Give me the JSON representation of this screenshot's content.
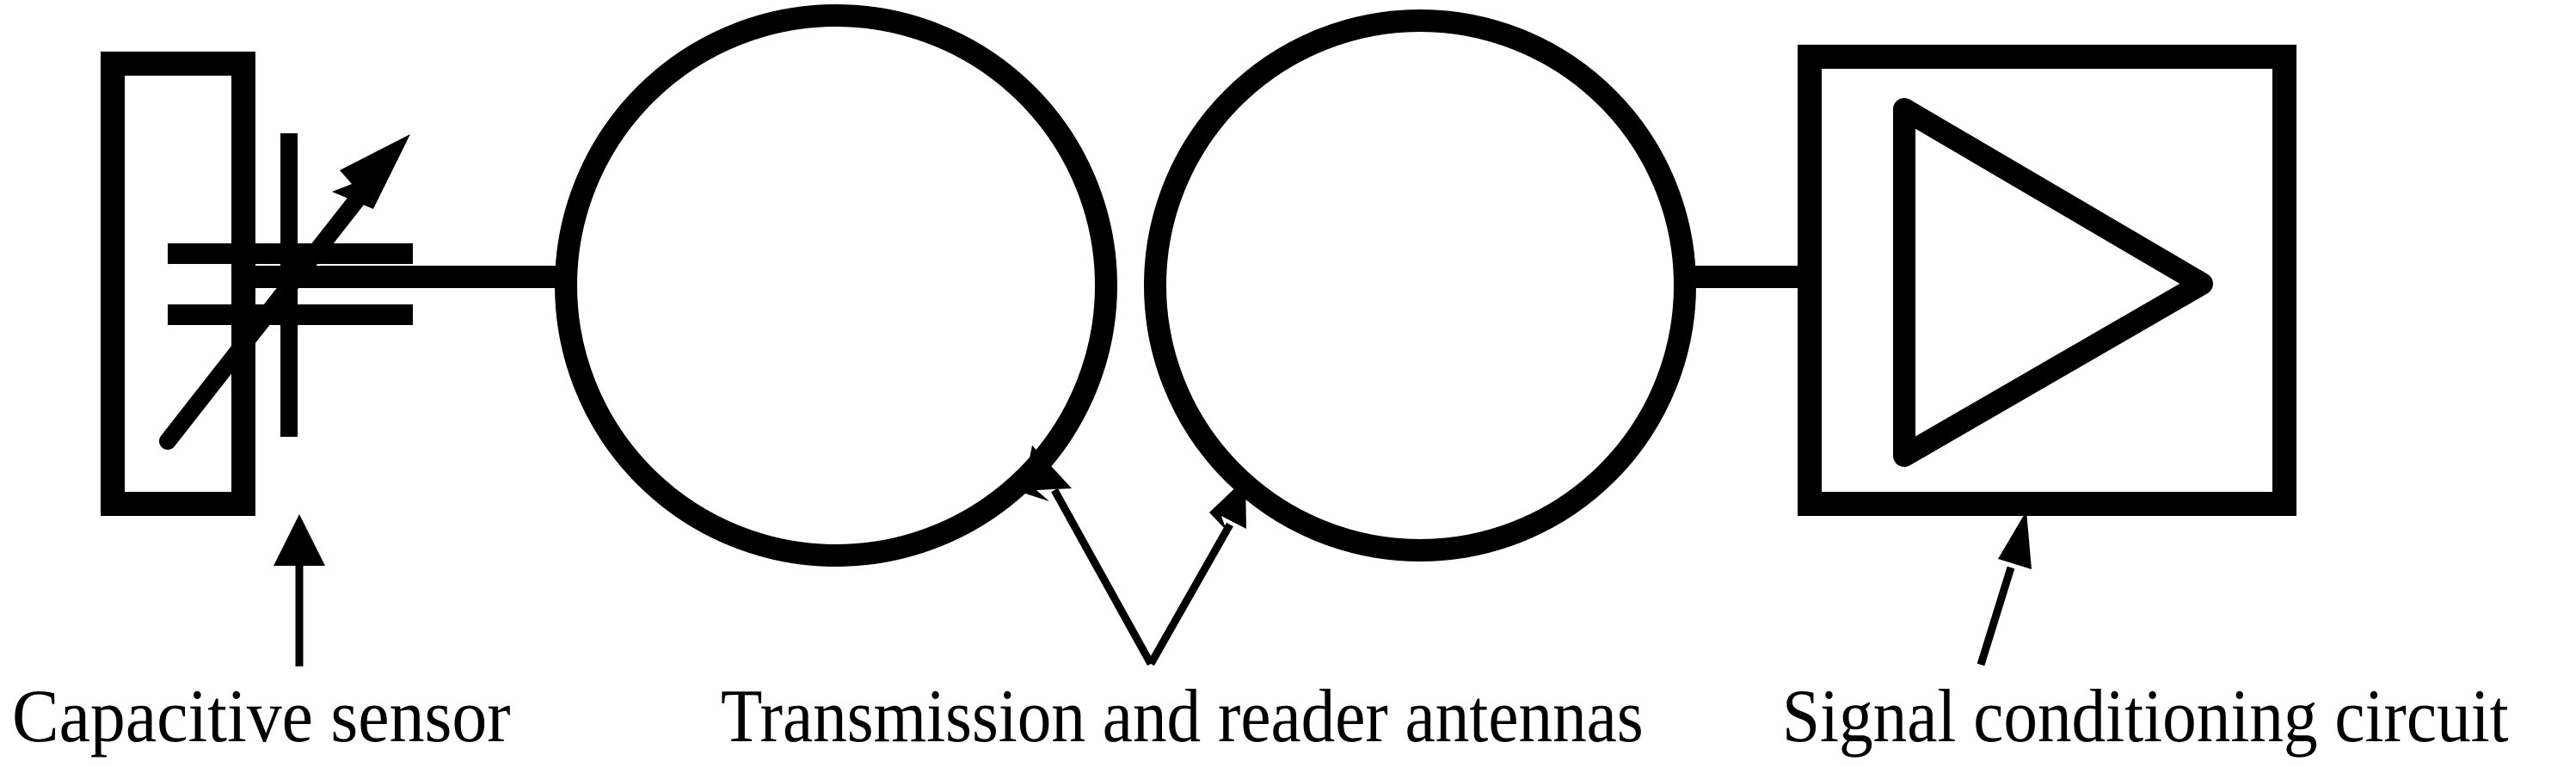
{
  "figure": {
    "kind": "block-diagram",
    "background_color": "#ffffff",
    "ink_color": "#000000"
  },
  "blocks": [
    {
      "id": "capacitive-sensor",
      "shape": "rectangle",
      "symbol": "variable-capacitor",
      "label": "Capacitive sensor"
    },
    {
      "id": "transmission-antenna",
      "shape": "circle",
      "symbol": "loop-antenna",
      "label": ""
    },
    {
      "id": "reader-antenna",
      "shape": "circle",
      "symbol": "loop-antenna",
      "label": ""
    },
    {
      "id": "signal-conditioning-circuit",
      "shape": "rectangle",
      "symbol": "amplifier-triangle",
      "label": "Signal conditioning circuit"
    }
  ],
  "labels": {
    "capacitive_sensor": "Capacitive sensor",
    "antennas": "Transmission and reader antennas",
    "signal_conditioning": "Signal conditioning circuit"
  },
  "connectors": [
    {
      "from": "capacitive-sensor",
      "to": "transmission-antenna",
      "style": "solid-wire"
    },
    {
      "from": "reader-antenna",
      "to": "signal-conditioning-circuit",
      "style": "solid-wire"
    }
  ],
  "callouts": [
    {
      "target": "capacitive-sensor",
      "label_ref": "capacitive_sensor",
      "arrows": 1
    },
    {
      "target": "transmission-antenna,reader-antenna",
      "label_ref": "antennas",
      "arrows": 2
    },
    {
      "target": "signal-conditioning-circuit",
      "label_ref": "signal_conditioning",
      "arrows": 1
    }
  ]
}
